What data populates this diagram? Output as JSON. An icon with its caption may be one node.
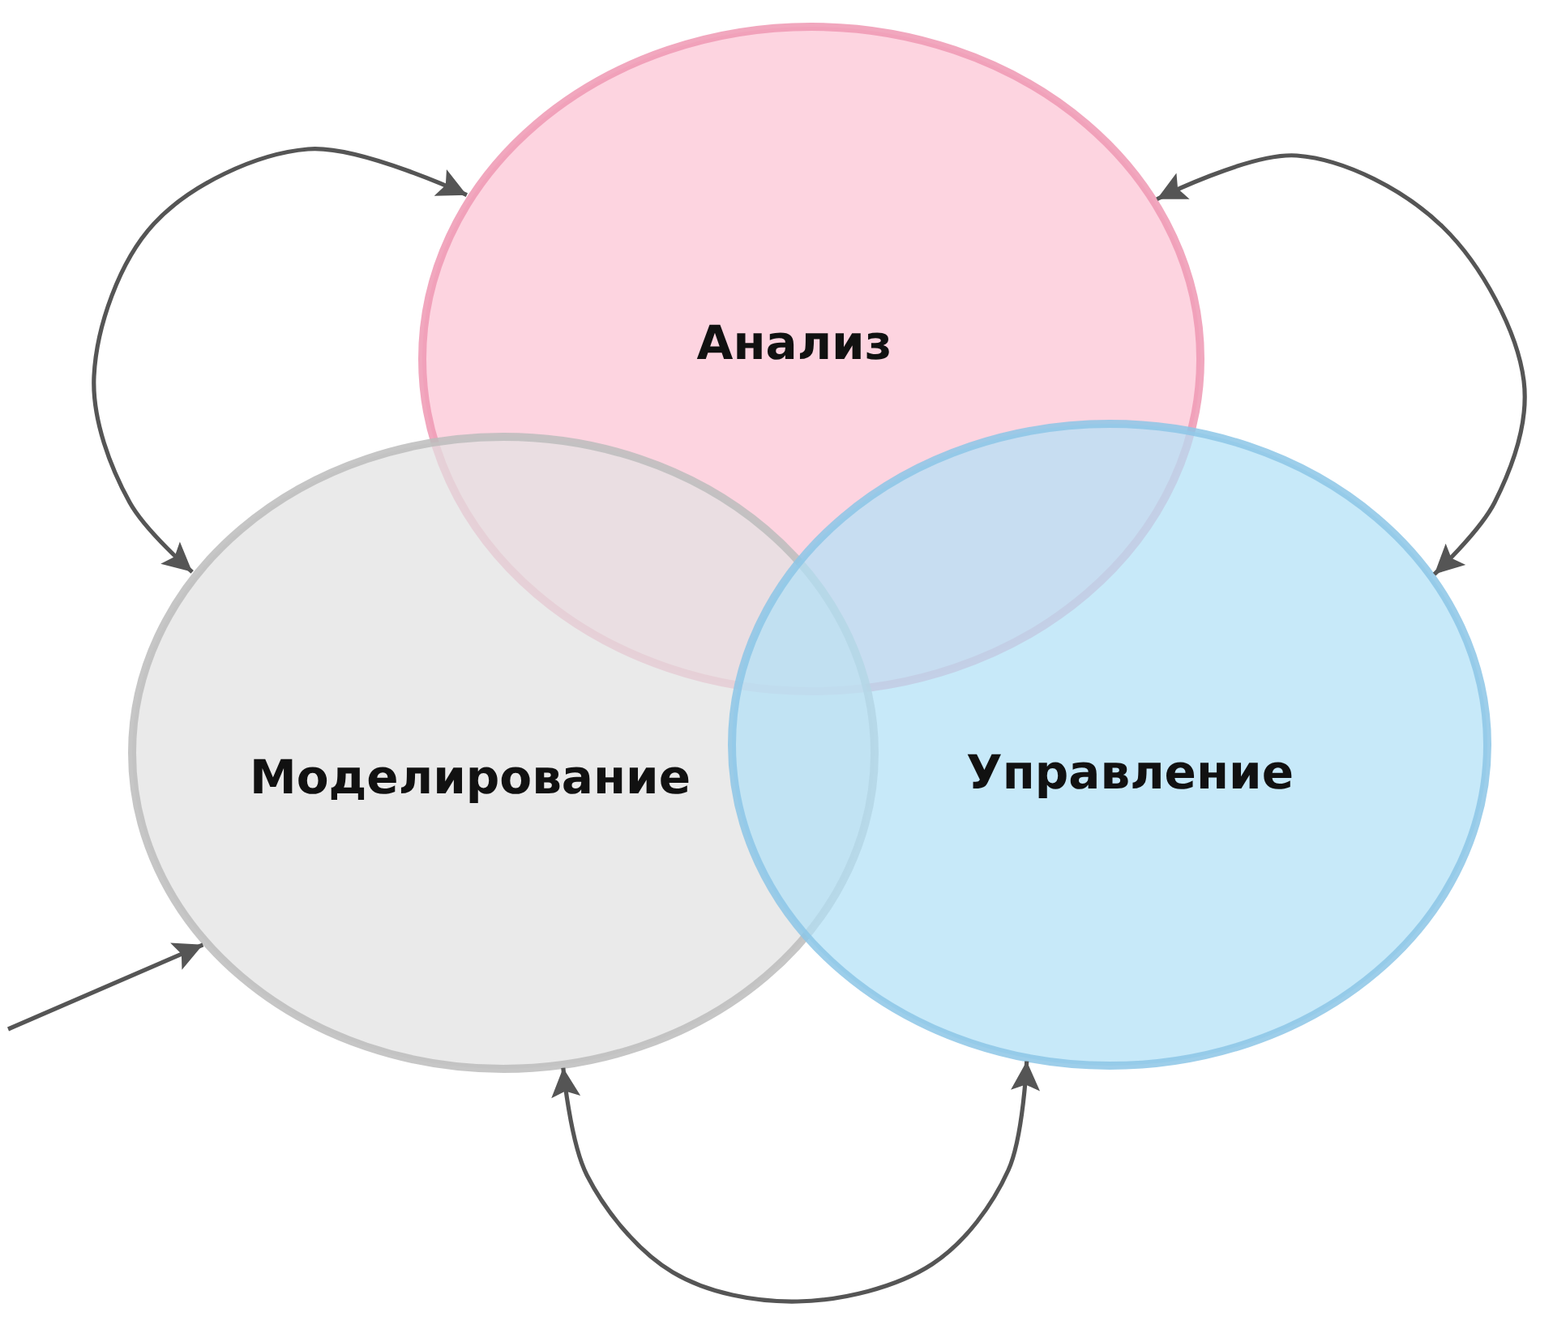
{
  "diagram": {
    "nodes": [
      {
        "text": [
          "Анализ"
        ]
      },
      {
        "text": [
          "Моделирование"
        ]
      },
      {
        "text": [
          "Управление"
        ]
      }
    ],
    "edges": [
      {
        "from": 0,
        "to": 1,
        "arrow": "both"
      },
      {
        "from": 0,
        "to": 2,
        "arrow": "both"
      },
      {
        "from": 1,
        "to": 2,
        "arrow": "both"
      },
      {
        "from": null,
        "to": 1,
        "arrow": "to"
      }
    ]
  }
}
